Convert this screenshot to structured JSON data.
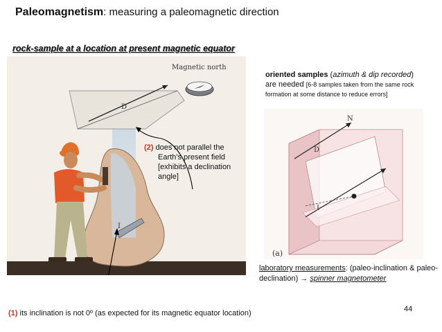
{
  "title": {
    "main": "Paleomagnetism",
    "rest": ": measuring a paleomagnetic direction"
  },
  "subtitle": "rock-sample at a location at present magnetic equator",
  "figure_left": {
    "compass_label": "Magnetic north",
    "declination_letter": "D",
    "inclination_letter": "I"
  },
  "callout_2": {
    "number": "(2)",
    "line1": " does not parallel the",
    "line2": "Earth’s present field",
    "line3": "[exhibits a declination",
    "line4": "angle]"
  },
  "note_right": {
    "bold": "oriented samples",
    "paren_open": " (",
    "italic": "azimuth & dip recorded",
    "paren_close": ")",
    "line2": "are needed ",
    "small": "[6-8 samples taken from the same rock formation at some distance to reduce errors]"
  },
  "figure_right": {
    "north_letter": "N",
    "declination_letter": "D",
    "inclination_letter": "I",
    "panel_label": "(a)"
  },
  "lab": {
    "underlined": "laboratory measurements",
    "rest": ": (paleo-inclination & paleo-declination) ",
    "arrow": "→",
    "instrument": "spinner magnetometer"
  },
  "callout_1": {
    "number": "(1)",
    "text": " its inclination is not 0º (as expected for its magnetic equator location)"
  },
  "page_number": "44"
}
